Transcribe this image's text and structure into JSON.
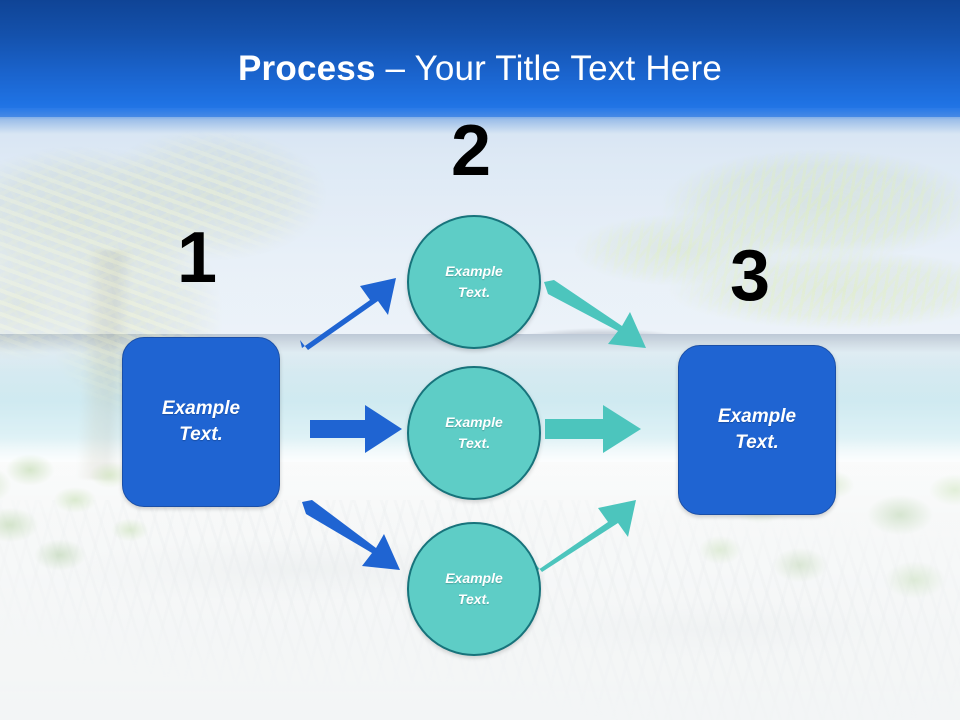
{
  "slide": {
    "title_bold": "Process",
    "title_rest": " – Your Title Text Here"
  },
  "colors": {
    "header_top": "#0f4496",
    "header_bottom": "#2a7ae8",
    "box_fill": "#1f64d2",
    "box_border": "#1a4fa8",
    "circle_fill": "#5ecdc6",
    "circle_border": "#17737b",
    "arrow_blue": "#1f64d2",
    "arrow_teal": "#4cc5bd",
    "numeral": "#000000",
    "shape_text": "#ffffff"
  },
  "numerals": [
    {
      "name": "step-one",
      "value": "1"
    },
    {
      "name": "step-two",
      "value": "2"
    },
    {
      "name": "step-three",
      "value": "3"
    }
  ],
  "start_box": {
    "label": "Example\nText."
  },
  "end_box": {
    "label": "Example\nText."
  },
  "circles": [
    {
      "label": "Example\nText."
    },
    {
      "label": "Example\nText."
    },
    {
      "label": "Example\nText."
    }
  ],
  "arrows": [
    {
      "name": "arrow-start-to-circle-top",
      "color": "#1f64d2",
      "direction": "up-right"
    },
    {
      "name": "arrow-start-to-circle-middle",
      "color": "#1f64d2",
      "direction": "right"
    },
    {
      "name": "arrow-start-to-circle-bottom",
      "color": "#1f64d2",
      "direction": "down-right"
    },
    {
      "name": "arrow-circle-top-to-end",
      "color": "#4cc5bd",
      "direction": "down-right"
    },
    {
      "name": "arrow-circle-middle-to-end",
      "color": "#4cc5bd",
      "direction": "right"
    },
    {
      "name": "arrow-circle-bottom-to-end",
      "color": "#4cc5bd",
      "direction": "up-right"
    }
  ],
  "background": {
    "scene": "tropical-beach-photo",
    "elements": [
      "palm-tree-left",
      "palm-fronds-right",
      "ocean-horizon",
      "white-sand",
      "green-foliage"
    ]
  }
}
